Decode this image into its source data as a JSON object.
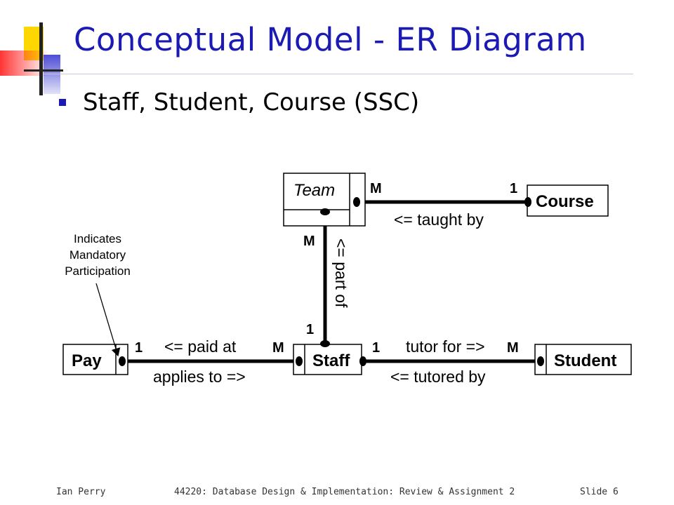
{
  "slide": {
    "title": "Conceptual Model - ER Diagram",
    "bullet": "Staff, Student, Course (SSC)"
  },
  "diagram": {
    "entities": {
      "team": "Team",
      "course": "Course",
      "pay": "Pay",
      "staff": "Staff",
      "student": "Student"
    },
    "relationships": {
      "team_course": {
        "label": "<= taught by",
        "card_team": "M",
        "card_course": "1"
      },
      "team_staff": {
        "label": "<= part of",
        "card_team": "M",
        "card_staff": "1"
      },
      "pay_staff": {
        "label_top": "<= paid at",
        "label_bottom": "applies to =>",
        "card_pay": "1",
        "card_staff": "M"
      },
      "staff_student": {
        "label_top": "tutor for =>",
        "label_bottom": "<= tutored by",
        "card_staff": "1",
        "card_student": "M"
      }
    },
    "annotation": {
      "line1": "Indicates",
      "line2": "Mandatory",
      "line3": "Participation"
    }
  },
  "footer": {
    "author": "Ian Perry",
    "course": "44220: Database Design & Implementation: Review & Assignment 2",
    "slide_number": "Slide 6"
  },
  "colors": {
    "title": "#1b1bb3",
    "bullet": "#1b1bb3",
    "deco_yellow": "#ffd700",
    "deco_red": "#ff3333",
    "deco_blue": "#3333cc"
  }
}
